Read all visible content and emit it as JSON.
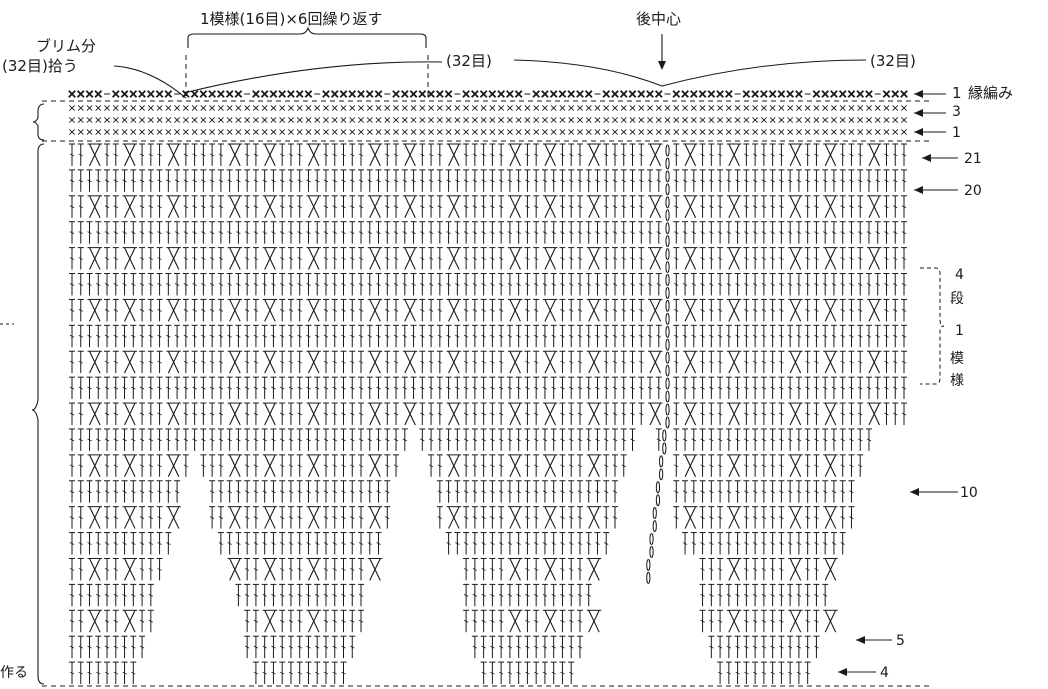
{
  "header": {
    "repeat_label": "1模様(16目)×6回繰り返す",
    "center_label": "後中心",
    "brim_label_1": "ブリム分",
    "brim_label_2": "(32目)拾う",
    "count_left": "(32目)",
    "count_right": "(32目)"
  },
  "row_labels": {
    "edge_row": "1",
    "edge_name": "縁編み",
    "edge_3": "3",
    "edge_1": "1",
    "row_21": "21",
    "row_20": "20",
    "row_10": "10",
    "row_5": "5",
    "row_4": "4"
  },
  "pattern_note": {
    "n4": "4",
    "c1": "段",
    "n1": "1",
    "c2": "模",
    "c3": "様"
  },
  "bottom_note": "作る",
  "colors": {
    "ink": "#1a1a1a",
    "paper": "#ffffff"
  }
}
